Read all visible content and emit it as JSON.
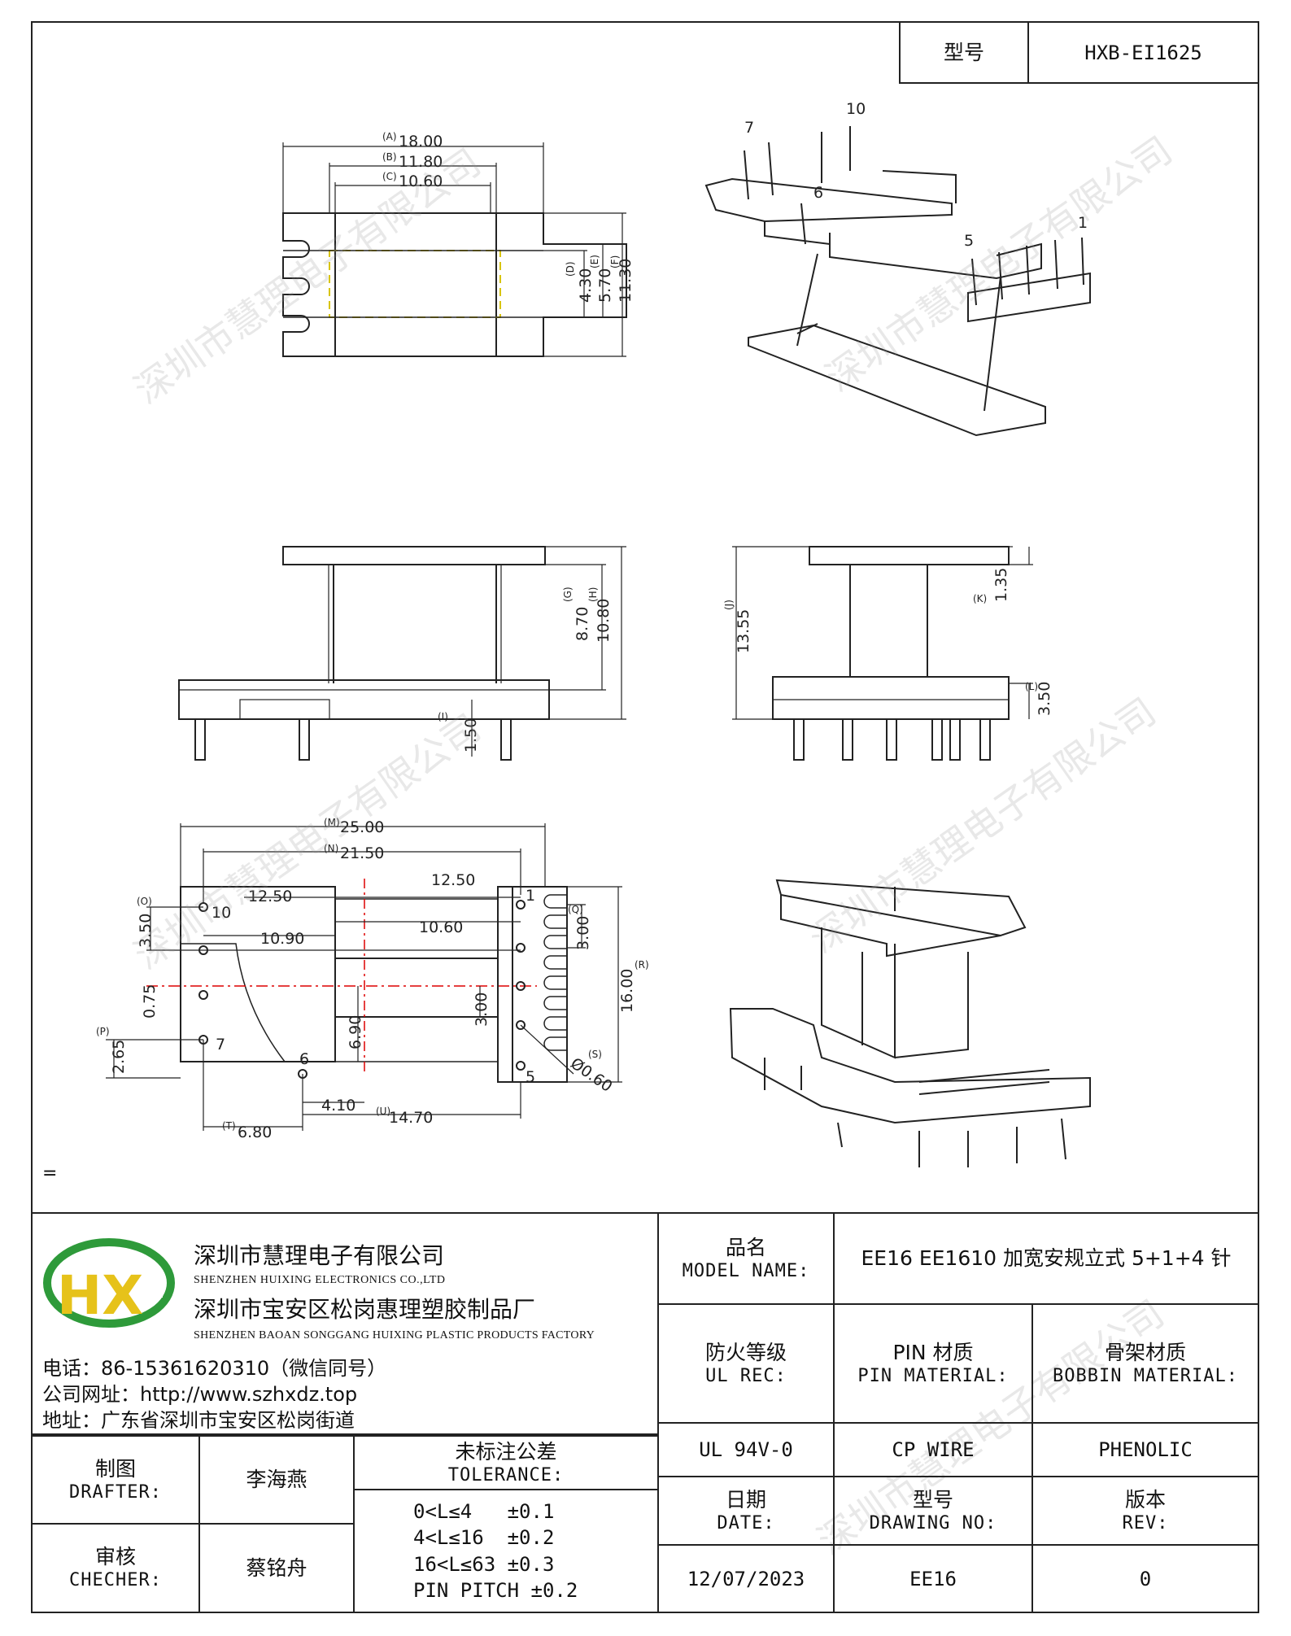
{
  "header": {
    "model_label": "型号",
    "model_value": "HXB-EI1625"
  },
  "drawing": {
    "dims_top": {
      "A": "18.00",
      "B": "11.80",
      "C": "10.60",
      "D": "4.30",
      "E": "5.70",
      "F": "11.30",
      "A_tag": "(A)",
      "B_tag": "(B)",
      "C_tag": "(C)",
      "D_tag": "(D)",
      "E_tag": "(E)",
      "F_tag": "(F)"
    },
    "dims_side": {
      "G": "8.70",
      "H": "10.80",
      "I": "1.50",
      "G_tag": "(G)",
      "H_tag": "(H)",
      "I_tag": "(I)"
    },
    "dims_front": {
      "J": "13.55",
      "K": "1.35",
      "L": "3.50",
      "J_tag": "(J)",
      "K_tag": "(K)",
      "L_tag": "(L)"
    },
    "dims_bottom": {
      "M": "25.00",
      "N": "21.50",
      "d1250a": "12.50",
      "d1250b": "12.50",
      "d1090": "10.90",
      "d1060": "10.60",
      "O": "3.50",
      "d075": "0.75",
      "P": "2.65",
      "d690": "6.90",
      "d300a": "3.00",
      "Q": "3.00",
      "R": "16.00",
      "S": "Ø0.60",
      "d410": "4.10",
      "U": "14.70",
      "T": "6.80",
      "M_tag": "(M)",
      "N_tag": "(N)",
      "O_tag": "(O)",
      "P_tag": "(P)",
      "Q_tag": "(Q)",
      "R_tag": "(R)",
      "S_tag": "(S)",
      "T_tag": "(T)",
      "U_tag": "(U)"
    },
    "pin_labels": {
      "p1": "1",
      "p5": "5",
      "p6": "6",
      "p7": "7",
      "p10": "10"
    },
    "iso_pin_labels": {
      "p7": "7",
      "p10": "10",
      "p6": "6",
      "p5": "5",
      "p1": "1"
    },
    "note": "="
  },
  "watermark": "深圳市慧理电子有限公司",
  "company": {
    "name_cn": "深圳市慧理电子有限公司",
    "name_en": "SHENZHEN HUIXING ELECTRONICS CO.,LTD",
    "factory_cn": "深圳市宝安区松岗惠理塑胶制品厂",
    "factory_en": "SHENZHEN BAOAN SONGGANG HUIXING PLASTIC PRODUCTS FACTORY",
    "phone": "电话：86-15361620310（微信同号）",
    "website": "公司网址：http://www.szhxdz.top",
    "address": "地址：广东省深圳市宝安区松岗街道",
    "logo_text": "HX",
    "logo_colors": {
      "green": "#2e9a3a",
      "yellow": "#e6c21a"
    }
  },
  "title_block": {
    "model_name_cn": "品名",
    "model_name_en": "MODEL NAME:",
    "model_name_value": "EE16 EE1610 加宽安规立式 5+1+4 针",
    "fire_cn": "防火等级",
    "fire_en": "UL REC:",
    "pin_cn": "PIN 材质",
    "pin_en": "PIN MATERIAL:",
    "bobbin_cn": "骨架材质",
    "bobbin_en": "BOBBIN MATERIAL:",
    "fire_value": "UL 94V-0",
    "pin_value": "CP WIRE",
    "bobbin_value": "PHENOLIC",
    "drafter_cn": "制图",
    "drafter_en": "DRAFTER:",
    "drafter_name": "李海燕",
    "checker_cn": "审核",
    "checker_en": "CHECHER:",
    "checker_name": "蔡铭舟",
    "tol_cn": "未标注公差",
    "tol_en": "TOLERANCE:",
    "tol_lines": [
      "0<L≤4   ±0.1",
      "4<L≤16  ±0.2",
      "16<L≤63 ±0.3",
      "PIN PITCH ±0.2"
    ],
    "date_cn": "日期",
    "date_en": "DATE:",
    "dwg_cn": "型号",
    "dwg_en": "DRAWING NO:",
    "rev_cn": "版本",
    "rev_en": "REV:",
    "date_value": "12/07/2023",
    "dwg_value": "EE16",
    "rev_value": "0"
  }
}
